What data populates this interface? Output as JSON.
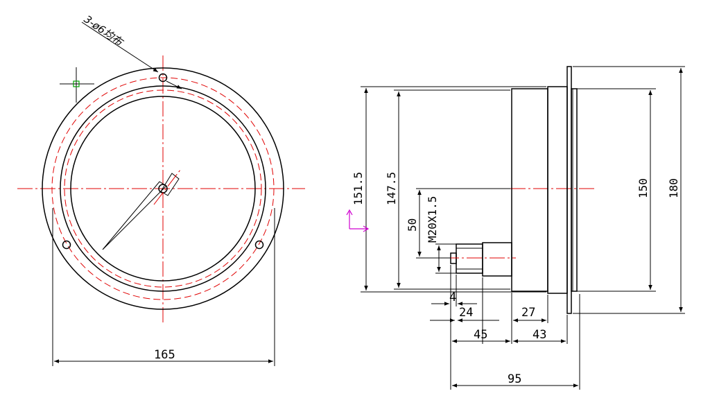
{
  "front_view": {
    "callout": "3-ø6均布",
    "width_dim": "165"
  },
  "side_view": {
    "dims_vertical": {
      "d151_5": "151.5",
      "d147_5": "147.5",
      "d50": "50",
      "thread": "M20X1.5",
      "d150": "150",
      "d180": "180"
    },
    "dims_horizontal": {
      "d4": "4",
      "d24": "24",
      "d27": "27",
      "d45": "45",
      "d43": "43",
      "d95": "95"
    }
  },
  "colors": {
    "line": "#000000",
    "centerline": "#e00000",
    "ucs": "#d000d0",
    "cursor": "#00a000"
  }
}
